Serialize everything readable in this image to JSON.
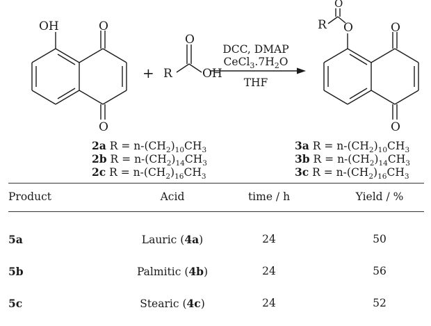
{
  "scheme": {
    "reactant1": {
      "oh_label": "OH",
      "o_top": "O",
      "o_bottom": "O"
    },
    "plus": "+",
    "acid": {
      "r_label": "R",
      "o_label": "O",
      "oh_label": "OH"
    },
    "conditions": {
      "line1": "DCC, DMAP",
      "line2_main": "CeCl",
      "line2_sub": "3",
      "line2_end": ".7H",
      "line2_sub2": "2",
      "line2_tail": "O",
      "line3": "THF"
    },
    "product": {
      "r_label": "R",
      "o_carbonyl": "O",
      "o_ester": "O",
      "o_top": "O",
      "o_bottom": "O"
    },
    "acid_list": [
      {
        "id": "2a",
        "pre": " R = n-(CH",
        "sub1": "2",
        "mid": ")",
        "sub2": "10",
        "post": "CH",
        "sub3": "3"
      },
      {
        "id": "2b",
        "pre": " R = n-(CH",
        "sub1": "2",
        "mid": ")",
        "sub2": "14",
        "post": "CH",
        "sub3": "3"
      },
      {
        "id": "2c",
        "pre": " R = n-(CH",
        "sub1": "2",
        "mid": ")",
        "sub2": "16",
        "post": "CH",
        "sub3": "3"
      }
    ],
    "product_list": [
      {
        "id": "3a",
        "pre": " R = n-(CH",
        "sub1": "2",
        "mid": ")",
        "sub2": "10",
        "post": "CH",
        "sub3": "3"
      },
      {
        "id": "3b",
        "pre": " R = n-(CH",
        "sub1": "2",
        "mid": ")",
        "sub2": "14",
        "post": "CH",
        "sub3": "3"
      },
      {
        "id": "3c",
        "pre": " R = n-(CH",
        "sub1": "2",
        "mid": ")",
        "sub2": "16",
        "post": "CH",
        "sub3": "3"
      }
    ]
  },
  "table": {
    "headers": {
      "product": "Product",
      "acid": "Acid",
      "time": "time / h",
      "yield": "Yield / %"
    },
    "rows": [
      {
        "product": "5a",
        "acid_name": "Lauric (",
        "acid_code": "4a",
        "acid_close": ")",
        "time": "24",
        "yield": "50"
      },
      {
        "product": "5b",
        "acid_name": "Palmitic (",
        "acid_code": "4b",
        "acid_close": ")",
        "time": "24",
        "yield": "56"
      },
      {
        "product": "5c",
        "acid_name": "Stearic (",
        "acid_code": "4c",
        "acid_close": ")",
        "time": "24",
        "yield": "52"
      }
    ]
  }
}
